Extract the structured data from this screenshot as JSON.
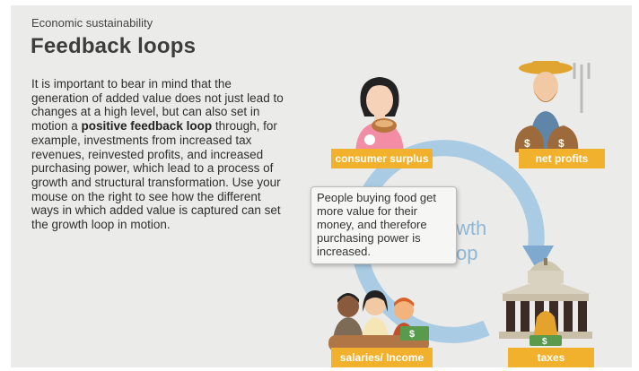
{
  "header": {
    "kicker": "Economic sustainability",
    "title": "Feedback loops"
  },
  "body": {
    "text_before": "It is important to bear in mind that the generation of added value does not just lead to changes at a high level, but can also set in motion a ",
    "bold": "positive feedback loop",
    "text_after": " through, for example, investments from increased tax revenues, reinvested profits, and increased purchasing power, which lead to a process of growth and structural transformation. Use your mouse on the right to see how the different ways in which added value is captured can set the growth loop in motion."
  },
  "loop": {
    "word1": "wth",
    "word2": "op",
    "color": "#a9cbe3"
  },
  "labels": {
    "consumer_surplus": "consumer surplus",
    "net_profits": "net profits",
    "salaries_income": "salaries/ Income",
    "taxes": "taxes"
  },
  "tooltip": {
    "text": "People buying food get more value for their money, and therefore purchasing power is increased."
  },
  "colors": {
    "accent": "#f2b12d",
    "background": "#ebebe9"
  },
  "icons": {
    "consumer": "woman-eating-icon",
    "farmer": "farmer-money-bags-icon",
    "workers": "workers-group-icon",
    "government": "government-building-icon"
  }
}
